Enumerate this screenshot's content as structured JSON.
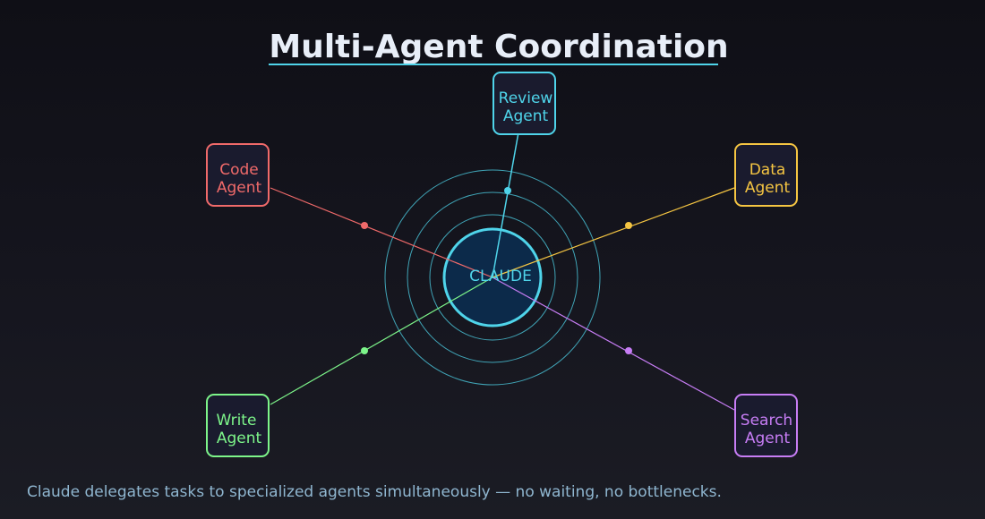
{
  "title": "Multi-Agent Coordination",
  "caption": "Claude delegates tasks to specialized agents simultaneously — no waiting, no bottlenecks.",
  "colors": {
    "title": "#e8eef8",
    "title_underline": "#4fd4ea",
    "hub_ring": "#4fd4ea",
    "hub_fill": "#0c2a4a",
    "hub_text": "#4fd4ea",
    "node_fill": "#1a1b2e",
    "caption": "#8fb6d0"
  },
  "hub": {
    "label": "CLAUDE"
  },
  "agents": [
    {
      "id": "review",
      "line1": "Review",
      "line2": "Agent",
      "color": "#4fd4ea"
    },
    {
      "id": "code",
      "line1": "Code",
      "line2": "Agent",
      "color": "#f06a6a"
    },
    {
      "id": "data",
      "line1": "Data",
      "line2": "Agent",
      "color": "#f5c542"
    },
    {
      "id": "write",
      "line1": "Write",
      "line2": "Agent",
      "color": "#7df58a"
    },
    {
      "id": "search",
      "line1": "Search",
      "line2": "Agent",
      "color": "#c77df5"
    }
  ]
}
